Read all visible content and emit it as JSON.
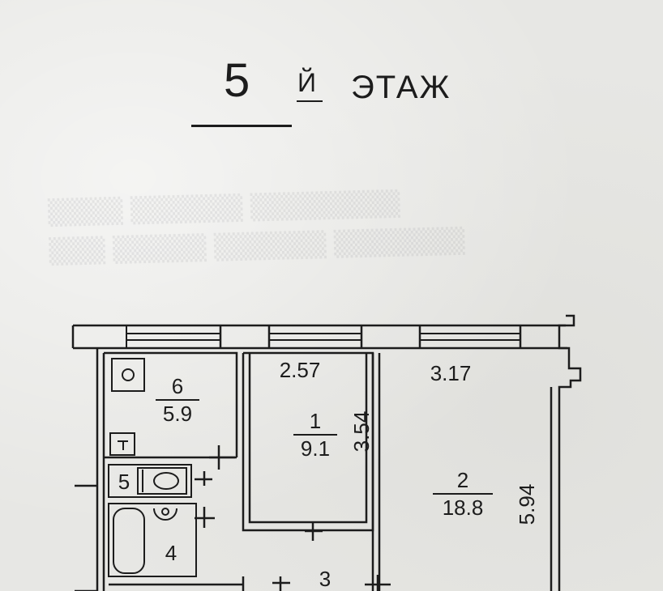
{
  "header": {
    "floor_number": "5",
    "floor_suffix": "Й",
    "floor_word": "ЭТАЖ"
  },
  "rooms": {
    "r6": {
      "number": "6",
      "area": "5.9"
    },
    "r1": {
      "number": "1",
      "area": "9.1"
    },
    "r2": {
      "number": "2",
      "area": "18.8"
    },
    "r5": {
      "number": "5"
    },
    "r4": {
      "number": "4"
    },
    "r3": {
      "number": "3"
    }
  },
  "dimensions": {
    "r1_width": "2.57",
    "r1_depth": "3.54",
    "r2_width": "3.17",
    "r2_depth": "5.94"
  },
  "colors": {
    "ink": "#1c1c1c",
    "paper": "#e7e7e4"
  }
}
